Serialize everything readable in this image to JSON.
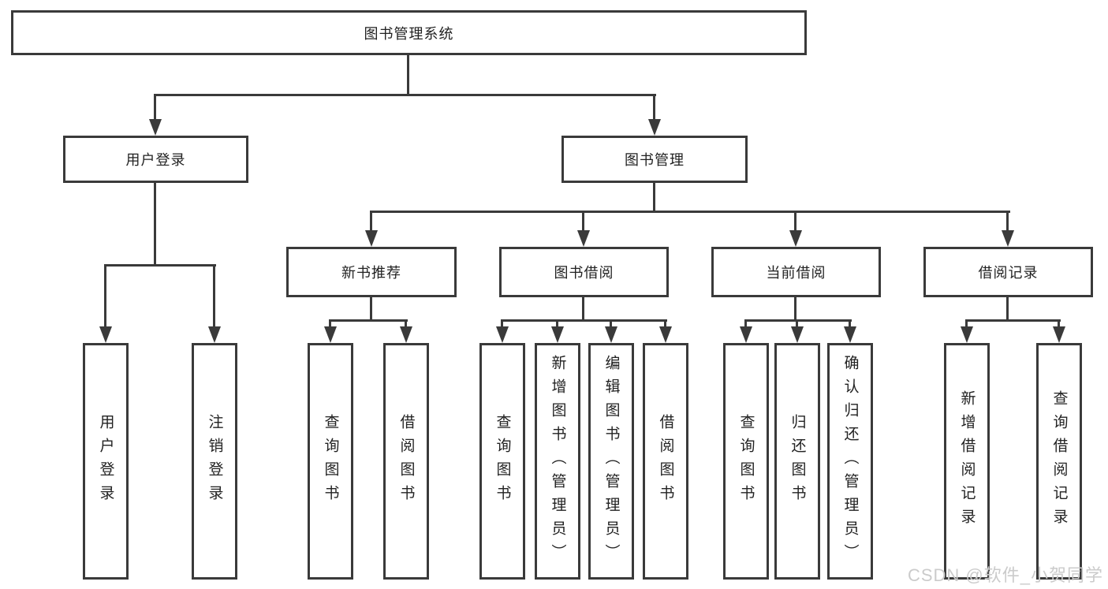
{
  "tree": {
    "label": "图书管理系统",
    "children": [
      {
        "label": "用户登录",
        "children": [
          {
            "label": "用户登录"
          },
          {
            "label": "注销登录"
          }
        ]
      },
      {
        "label": "图书管理",
        "children": [
          {
            "label": "新书推荐",
            "children": [
              {
                "label": "查询图书"
              },
              {
                "label": "借阅图书"
              }
            ]
          },
          {
            "label": "图书借阅",
            "children": [
              {
                "label": "查询图书"
              },
              {
                "label": "新增图书（管理员）"
              },
              {
                "label": "编辑图书（管理员）"
              },
              {
                "label": "借阅图书"
              }
            ]
          },
          {
            "label": "当前借阅",
            "children": [
              {
                "label": "查询图书"
              },
              {
                "label": "归还图书"
              },
              {
                "label": "确认归还（管理员）"
              }
            ]
          },
          {
            "label": "借阅记录",
            "children": [
              {
                "label": "新增借阅记录"
              },
              {
                "label": "查询借阅记录"
              }
            ]
          }
        ]
      }
    ]
  },
  "watermark": "CSDN @软件_小贺同学",
  "colors": {
    "line": "#3a3a3a",
    "text": "#222222",
    "watermark": "#cbcbcb",
    "background": "#ffffff"
  }
}
